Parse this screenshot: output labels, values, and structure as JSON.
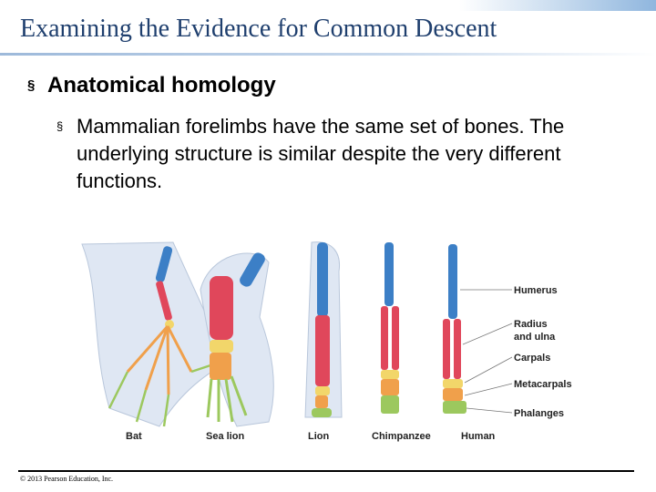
{
  "slide": {
    "title": "Examining the Evidence for Common Descent",
    "bullet_level1": "Anatomical homology",
    "bullet_level2": "Mammalian forelimbs have the same set of bones. The underlying structure is similar despite the very different functions.",
    "bullet_marker": "§",
    "copyright": "© 2013 Pearson Education, Inc."
  },
  "figure": {
    "animals": [
      "Bat",
      "Sea lion",
      "Lion",
      "Chimpanzee",
      "Human"
    ],
    "bone_labels": [
      {
        "line1": "Humerus",
        "line2": ""
      },
      {
        "line1": "Radius",
        "line2": "and ulna"
      },
      {
        "line1": "Carpals",
        "line2": ""
      },
      {
        "line1": "Metacarpals",
        "line2": ""
      },
      {
        "line1": "Phalanges",
        "line2": ""
      }
    ],
    "colors": {
      "humerus": "#3c7fc6",
      "radius_ulna": "#e0475b",
      "carpals": "#f2d66a",
      "metacarpals": "#f0a04b",
      "phalanges": "#9cc85e",
      "skin": "#dfe7f3"
    }
  }
}
